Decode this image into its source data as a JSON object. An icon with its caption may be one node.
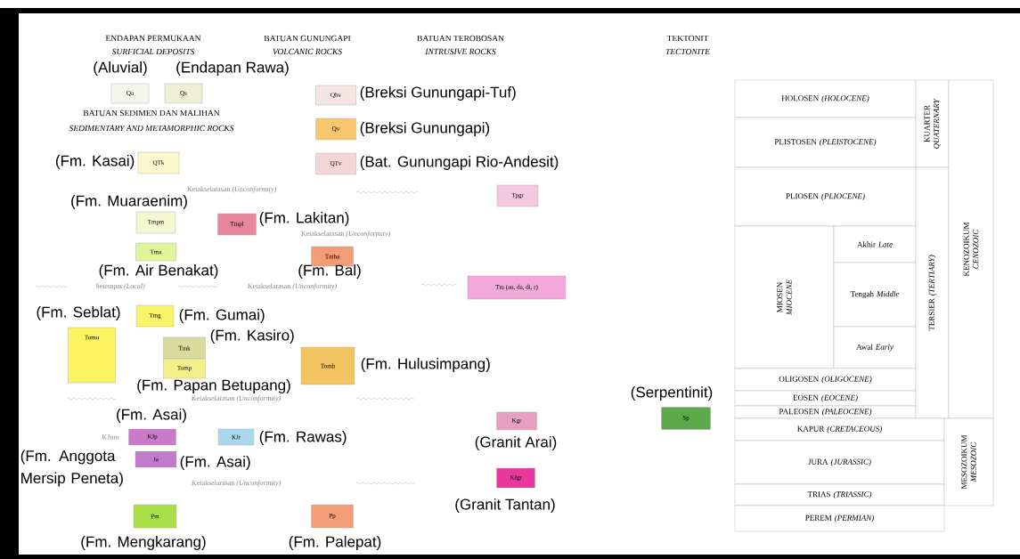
{
  "diagram": {
    "nodes": [
      {
        "text": [
          "Qa"
        ],
        "beside": [
          "(Aluvial)"
        ]
      },
      {
        "text": [
          "Qs"
        ],
        "beside": [
          "(Endapan Rawa)"
        ]
      },
      {
        "text": [
          "Qhv"
        ],
        "beside": [
          "(Breksi Gunungapi-Tuf)"
        ]
      },
      {
        "text": [
          "Qv"
        ],
        "beside": [
          "(Breksi Gunungapi)"
        ]
      },
      {
        "text": [
          "QTk"
        ],
        "beside": [
          "(Fm. Kasai)"
        ]
      },
      {
        "text": [
          "QTv"
        ],
        "beside": [
          "(Bat. Gunungapi Rio-Andesit)"
        ]
      },
      {
        "text": [
          "Tpgr"
        ]
      },
      {
        "text": [
          "Tmpm"
        ],
        "beside": [
          "(Fm. Muaraenim)"
        ]
      },
      {
        "text": [
          "Tmpl"
        ],
        "beside": [
          "(Fm. Lakitan)"
        ]
      },
      {
        "text": [
          "Tma"
        ],
        "beside": [
          "(Fm. Air Benakat)"
        ]
      },
      {
        "text": [
          "Tmba"
        ],
        "beside": [
          "(Fm. Bal)"
        ]
      },
      {
        "text": [
          "Tm (an, da, di, r)"
        ]
      },
      {
        "text": [
          "Tomu"
        ],
        "beside": [
          "(Fm. Seblat)"
        ]
      },
      {
        "text": [
          "Tmg"
        ],
        "beside": [
          "(Fm. Gumai)"
        ]
      },
      {
        "text": [
          "Tmk"
        ],
        "beside": [
          "(Fm. Kasiro)"
        ]
      },
      {
        "text": [
          "Tomp"
        ],
        "beside": [
          "(Fm. Papan Betupang)"
        ]
      },
      {
        "text": [
          "Tomh"
        ],
        "beside": [
          "(Fm. Hulusimpang)"
        ]
      },
      {
        "text": [
          "Kgr"
        ],
        "beside": [
          "(Granit Arai)"
        ]
      },
      {
        "text": [
          "Sp"
        ],
        "beside": [
          "(Serpentinit)"
        ]
      },
      {
        "text": [
          "KJp"
        ],
        "beside": [
          "(Fm. Asai)"
        ]
      },
      {
        "text": [
          "KJr"
        ],
        "beside": [
          "(Fm. Rawas)"
        ]
      },
      {
        "text": [
          "Ja"
        ],
        "beside": [
          "(Fm. Asai)"
        ]
      },
      {
        "text": [
          "KJgr"
        ],
        "beside": [
          "(Granit Tantan)"
        ]
      },
      {
        "text": [
          "Pm"
        ],
        "beside": [
          "(Fm. Mengkarang)"
        ]
      },
      {
        "text": [
          "Pp"
        ],
        "beside": [
          "(Fm. Palepat)"
        ]
      },
      {
        "text": [
          "HOLOSEN *(HOLOCENE)*"
        ]
      },
      {
        "text": [
          "PLISTOSEN *(PLEISTOCENE)*"
        ]
      },
      {
        "text": [
          "PLIOSEN *(PLIOCENE)*"
        ]
      },
      {
        "text": [
          "MIOSEN *MIOCENE*"
        ]
      },
      {
        "text": [
          "Akhir *Late*"
        ]
      },
      {
        "text": [
          "Tengah *Middle*"
        ]
      },
      {
        "text": [
          "Awal *Early*"
        ]
      },
      {
        "text": [
          "OLIGOSEN *(OLIGOCENE)*"
        ]
      },
      {
        "text": [
          "EOSEN *(EOCENE)*"
        ]
      },
      {
        "text": [
          "PALEOSEN *(PALEOCENE)*"
        ]
      },
      {
        "text": [
          "KUARTER *QUATERNARY*"
        ]
      },
      {
        "text": [
          "TERSIER *(TERTIARY)*"
        ]
      },
      {
        "text": [
          "KENOZOIKUM *CENOZOIC*"
        ]
      },
      {
        "text": [
          "KAPUR *(CRETACEOUS)*"
        ]
      },
      {
        "text": [
          "JURA *(JURASSIC)*"
        ]
      },
      {
        "text": [
          "TRIAS *(TRIASSIC)*"
        ]
      },
      {
        "text": [
          "MESOZOIKUM *MESOZOIC*"
        ]
      },
      {
        "text": [
          "PEREM *(PERMIAN)*"
        ]
      }
    ],
    "labels": [
      "ENDAPAN PERMUKAAN",
      "SURFICIAL DEPOSITS",
      "BATUAN GUNUNGAPI",
      "VOLCANIC ROCKS",
      "BATUAN TEROBOSAN",
      "INTRUSIVE ROCKS",
      "TEKTONIT",
      "TECTONITE",
      "BATUAN SEDIMEN DAN MALIHAN",
      "SEDIMENTARY AND METAMORPHIC ROCKS",
      "Ketakselarasan *(Unconformity)*",
      "Ketakselarasan *(Unconformity)*",
      "Setempat *(Local)*",
      "Ketakselarasan *(Unconformity)*",
      "Ketakselarasan *(Unconformity)*",
      "KJum",
      "(Fm. Anggota Mersip Peneta)",
      "Ketakselarasan *(Unconformity)*"
    ]
  }
}
